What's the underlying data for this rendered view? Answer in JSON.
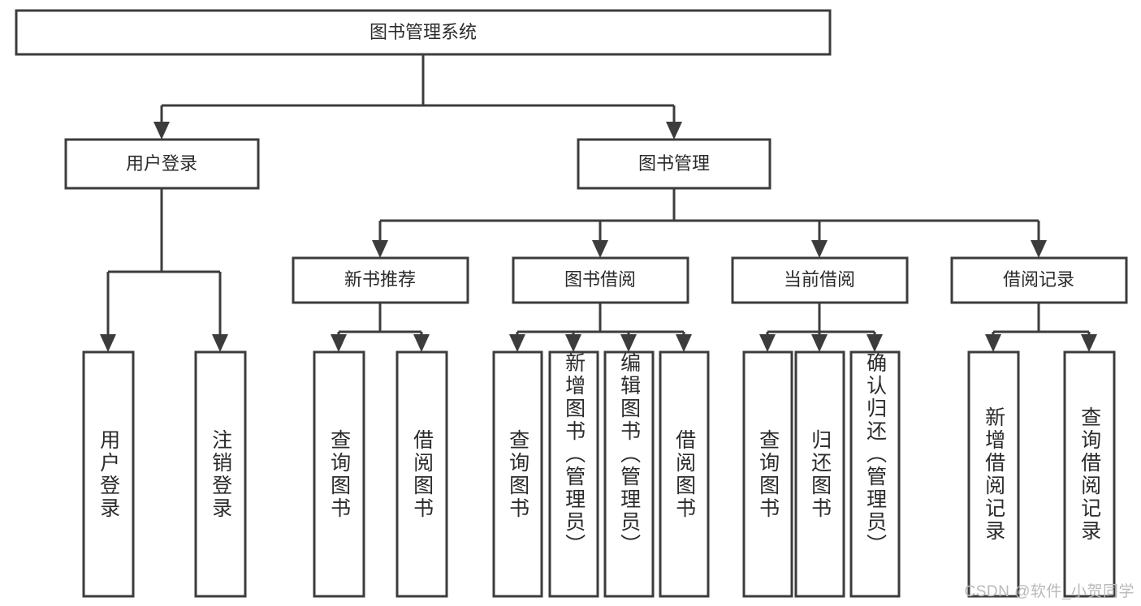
{
  "diagram": {
    "title": "图书管理系统",
    "watermark": "CSDN @软件_小贺同学",
    "root": {
      "label": "图书管理系统"
    },
    "level1": [
      {
        "label": "用户登录"
      },
      {
        "label": "图书管理"
      }
    ],
    "level2": [
      {
        "label": "新书推荐"
      },
      {
        "label": "图书借阅"
      },
      {
        "label": "当前借阅"
      },
      {
        "label": "借阅记录"
      }
    ],
    "leaves": {
      "user_login": [
        {
          "label": "用户登录"
        },
        {
          "label": "注销登录"
        }
      ],
      "new_book_recommend": [
        {
          "label": "查询图书"
        },
        {
          "label": "借阅图书"
        }
      ],
      "book_borrow": [
        {
          "label": "查询图书"
        },
        {
          "label": "新增图书（管理员）"
        },
        {
          "label": "编辑图书（管理员）"
        },
        {
          "label": "借阅图书"
        }
      ],
      "current_borrow": [
        {
          "label": "查询图书"
        },
        {
          "label": "归还图书"
        },
        {
          "label": "确认归还（管理员）"
        }
      ],
      "borrow_record": [
        {
          "label": "新增借阅记录"
        },
        {
          "label": "查询借阅记录"
        }
      ]
    },
    "colors": {
      "stroke": "#3c3c3c",
      "fill": "#ffffff",
      "text": "#2b2b2b",
      "watermark": "#b9b9b9"
    }
  }
}
